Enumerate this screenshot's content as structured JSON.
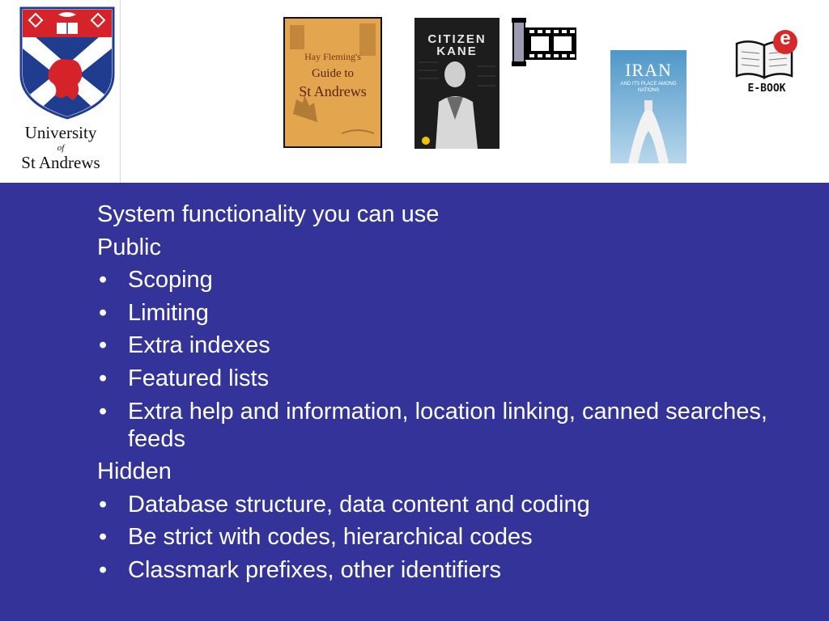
{
  "logo": {
    "line1": "University",
    "line2": "of",
    "line3": "St Andrews",
    "colors": {
      "shield_blue": "#1f3c8f",
      "shield_red": "#d6232a"
    }
  },
  "thumbnails": {
    "book1": {
      "line1": "Hay Fleming's",
      "line2": "Guide to",
      "line3": "St Andrews"
    },
    "dvd": {
      "line1": "CITIZEN",
      "line2": "KANE"
    },
    "film_icon": "film-strip-icon",
    "book2": {
      "title": "IRAN",
      "subtitle": "AND ITS PLACE AMONG NATIONS"
    },
    "ebook": {
      "letter": "e",
      "label": "E-BOOK"
    }
  },
  "content": {
    "background": "#343399",
    "lines": [
      {
        "text": "System functionality you can use",
        "bullet": false
      },
      {
        "text": "Public",
        "bullet": false
      },
      {
        "text": "Scoping",
        "bullet": true
      },
      {
        "text": "Limiting",
        "bullet": true
      },
      {
        "text": "Extra indexes",
        "bullet": true
      },
      {
        "text": "Featured lists",
        "bullet": true
      },
      {
        "text": "Extra help and information, location linking, canned searches, feeds",
        "bullet": true
      },
      {
        "text": "Hidden",
        "bullet": false
      },
      {
        "text": "Database structure, data content and coding",
        "bullet": true
      },
      {
        "text": "Be strict with codes, hierarchical codes",
        "bullet": true
      },
      {
        "text": "Classmark prefixes, other identifiers",
        "bullet": true
      }
    ]
  }
}
